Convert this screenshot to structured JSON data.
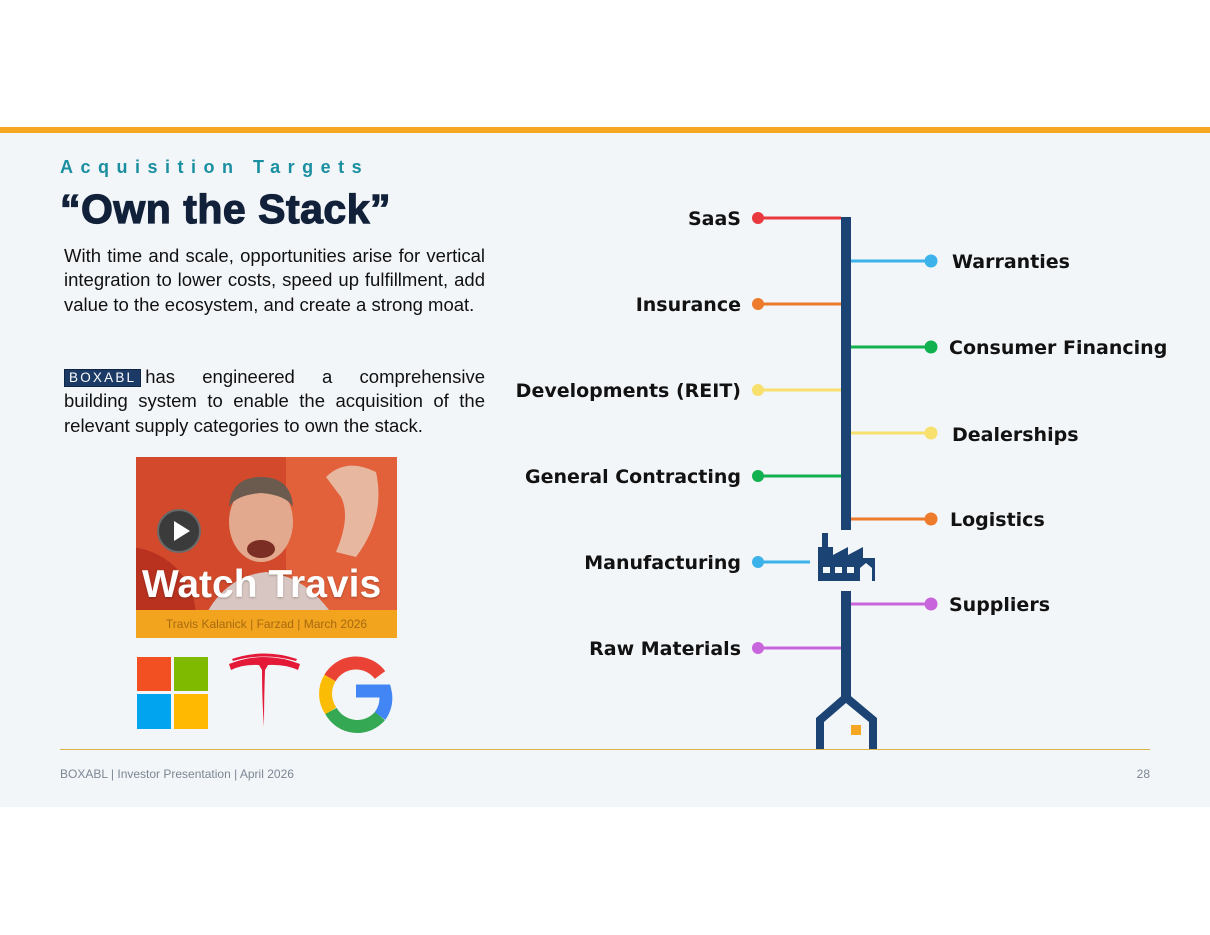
{
  "header": {
    "eyebrow": "Acquisition Targets",
    "title": "“Own the Stack”"
  },
  "body": {
    "paragraph1": "With time and scale, opportunities arise for vertical integration to lower costs, speed up fulfillment, add value to the ecosystem, and create a strong moat.",
    "inline_logo": "BOXABL",
    "paragraph2": "has engineered a comprehensive building system to enable the acquisition of the relevant  supply categories to own the stack."
  },
  "video": {
    "title": "Watch Travis",
    "caption": "Travis Kalanick  |  Farzad  |  March 2026"
  },
  "company_logos": [
    "microsoft-logo",
    "tesla-logo",
    "google-logo"
  ],
  "stack": {
    "left_items": [
      "SaaS",
      "Insurance",
      "Developments (REIT)",
      "General Contracting",
      "Manufacturing",
      "Raw Materials"
    ],
    "right_items": [
      "Warranties",
      "Consumer Financing",
      "Dealerships",
      "Logistics",
      "Suppliers"
    ],
    "colors": {
      "spine": "#1b4373",
      "SaaS": "#e8393f",
      "Warranties": "#3bb3ea",
      "Insurance": "#ee7a2c",
      "Consumer Financing": "#12b14f",
      "Developments (REIT)": "#f7e06e",
      "Dealerships": "#f7e06e",
      "General Contracting": "#12b14f",
      "Logistics": "#ee7a2c",
      "Manufacturing": "#3bb3ea",
      "Suppliers": "#c865dc",
      "Raw Materials": "#c865dc"
    },
    "center_icon": "factory-icon",
    "base_icon": "house-icon"
  },
  "footer": {
    "left": "BOXABL  |  Investor Presentation  |  April 2026",
    "page": "28"
  },
  "theme": {
    "accent": "#f5a623",
    "navy": "#12213a",
    "teal": "#1a8fa0"
  }
}
